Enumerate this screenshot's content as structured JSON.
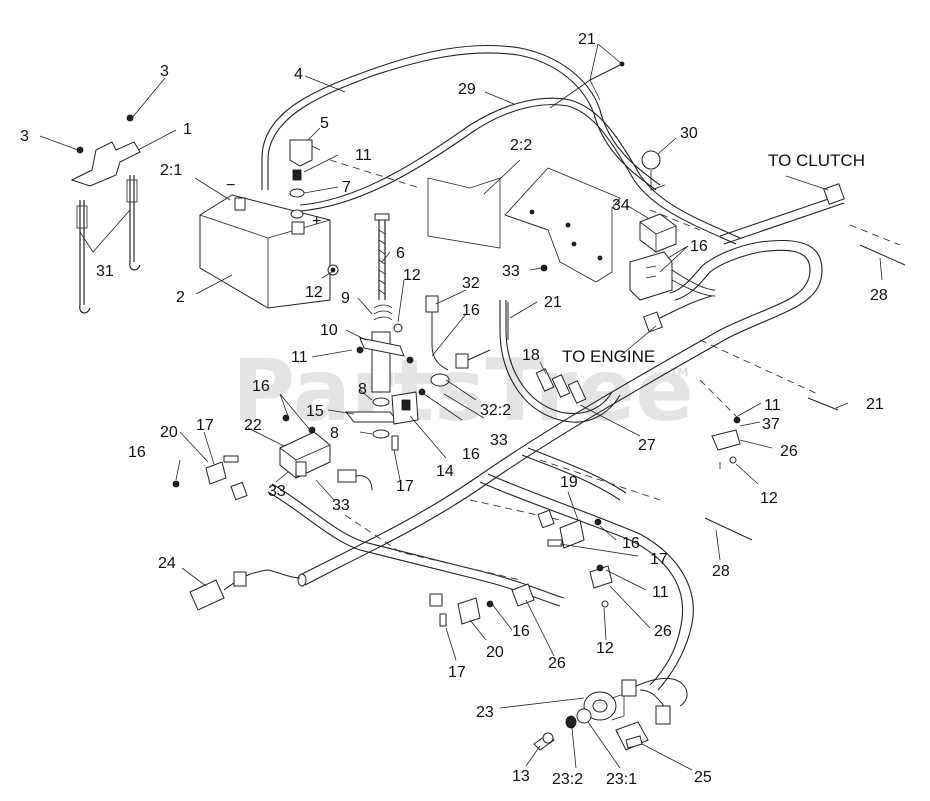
{
  "watermark": {
    "text": "PartsTree",
    "tm": "TM"
  },
  "annotations": {
    "to_clutch": "TO CLUTCH",
    "to_engine": "TO ENGINE"
  },
  "callouts": {
    "c21a": "21",
    "c3a": "3",
    "c3b": "3",
    "c1": "1",
    "c4": "4",
    "c29": "29",
    "c30": "30",
    "c5": "5",
    "c11a": "11",
    "c7": "7",
    "c2_1": "2:1",
    "c2_2": "2:2",
    "c34": "34",
    "c16a": "16",
    "c31": "31",
    "c2": "2",
    "c6": "6",
    "c33a": "33",
    "c28a": "28",
    "c12a": "12",
    "c32": "32",
    "c9": "9",
    "c12b": "12",
    "c16b": "16",
    "c21b": "21",
    "c10": "10",
    "c11b": "11",
    "c18": "18",
    "c16c": "16",
    "c8a": "8",
    "c15": "15",
    "c22": "22",
    "c17a": "17",
    "c20a": "20",
    "c8b": "8",
    "c14": "14",
    "c16d": "16",
    "c32_2": "32:2",
    "c33b": "33",
    "c27": "27",
    "c11c": "11",
    "c21c": "21",
    "c37": "37",
    "c26a": "26",
    "c12c": "12",
    "c16e": "16",
    "c33c": "33",
    "c33d": "33",
    "c17b": "17",
    "c19": "19",
    "c16f": "16",
    "c17c": "17",
    "c28b": "28",
    "c11d": "11",
    "c24": "24",
    "c26b": "26",
    "c16g": "16",
    "c12d": "12",
    "c20b": "20",
    "c26c": "26",
    "c17d": "17",
    "c23": "23",
    "c13": "13",
    "c23_2": "23:2",
    "c23_1": "23:1",
    "c25": "25"
  }
}
